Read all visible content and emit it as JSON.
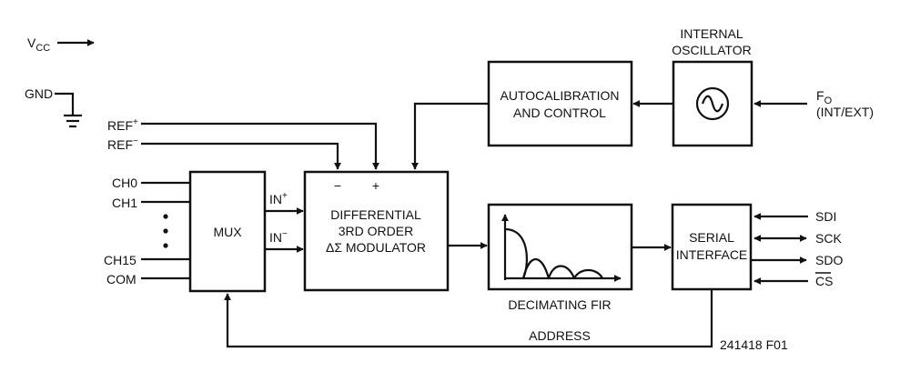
{
  "power": {
    "vcc": "V",
    "vcc_sub": "CC",
    "gnd": "GND"
  },
  "refs": {
    "ref_plus": "REF",
    "ref_plus_sup": "+",
    "ref_minus": "REF",
    "ref_minus_sup": "−"
  },
  "channels": {
    "ch0": "CH0",
    "ch1": "CH1",
    "ch15": "CH15",
    "com": "COM"
  },
  "mux": {
    "label": "MUX",
    "in_plus": "IN",
    "in_plus_sup": "+",
    "in_minus": "IN",
    "in_minus_sup": "−"
  },
  "modulator": {
    "minus": "−",
    "plus": "+",
    "line1": "DIFFERENTIAL",
    "line2": "3RD ORDER",
    "line3": "ΔΣ MODULATOR"
  },
  "autocal": {
    "line1": "AUTOCALIBRATION",
    "line2": "AND CONTROL"
  },
  "oscillator": {
    "title1": "INTERNAL",
    "title2": "OSCILLATOR",
    "symbol": "~"
  },
  "fo": {
    "label": "F",
    "sub": "O",
    "mode": "(INT/EXT)"
  },
  "fir": {
    "label": "DECIMATING FIR"
  },
  "serial": {
    "line1": "SERIAL",
    "line2": "INTERFACE"
  },
  "pins": {
    "sdi": "SDI",
    "sck": "SCK",
    "sdo": "SDO",
    "cs": "CS"
  },
  "address": "ADDRESS",
  "figure_id": "241418 F01"
}
